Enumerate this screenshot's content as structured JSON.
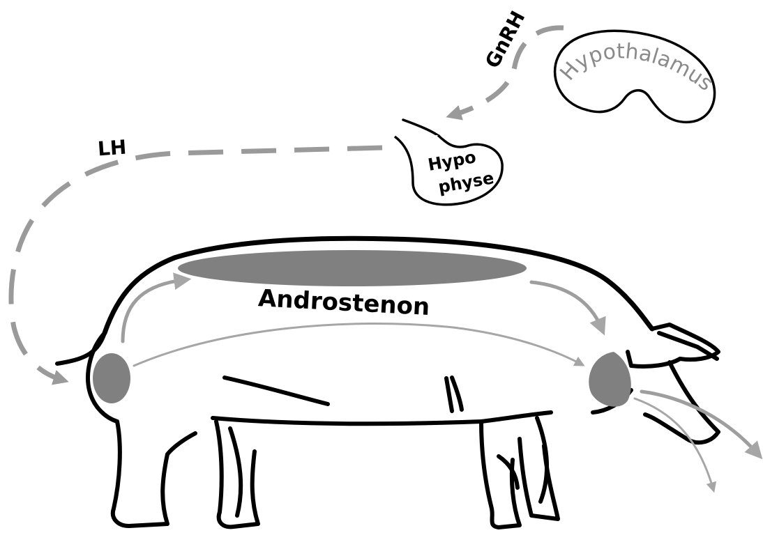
{
  "labels": {
    "hypothalamus": "Hypothalamus",
    "hypophyse_line1": "Hypo",
    "hypophyse_line2": "physe",
    "gnrh": "GnRH",
    "lh": "LH",
    "androstenon": "Androstenon"
  },
  "colors": {
    "outline": "#000000",
    "hormone_arrow": "#9a9a9a",
    "gland_fill": "#808080",
    "background": "#ffffff"
  }
}
